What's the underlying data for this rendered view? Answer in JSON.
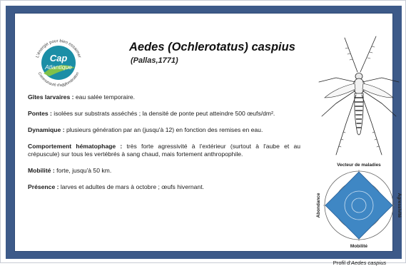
{
  "logo": {
    "arc_top": "L'énergie pour bien essaimer",
    "line1": "Cap",
    "line2": "Atlantique",
    "arc_bottom": "Communauté d'agglomération"
  },
  "header": {
    "title": "Aedes (Ochlerotatus) caspius",
    "author": "(Pallas,1771)"
  },
  "sections": [
    {
      "label": "Gîtes larvaires :",
      "text": "eau salée temporaire."
    },
    {
      "label": "Pontes :",
      "text": "isolées sur substrats asséchés ; la densité de ponte peut atteindre 500 œufs/dm²."
    },
    {
      "label": "Dynamique :",
      "text": "plusieurs génération par an (jusqu'à 12) en fonction des remises en eau."
    },
    {
      "label": "Comportement hématophage :",
      "text": "très forte agressivité à l'extérieur (surtout à l'aube et au crépuscule) sur tous les vertébrés à sang chaud, mais fortement anthropophile."
    },
    {
      "label": "Mobilité :",
      "text": "forte, jusqu'à 50 km."
    },
    {
      "label": "Présence :",
      "text": "larves et adultes de mars à octobre ; œufs hivernant."
    }
  ],
  "radar": {
    "top": "Vecteur de maladies",
    "right": "Agressivité",
    "bottom": "Mobilité",
    "left": "Abondance",
    "fill_color": "#3f87c4"
  },
  "caption": {
    "prefix": "Profil d'",
    "species": "Aedes caspius"
  },
  "colors": {
    "frame": "#3d5a89",
    "logo_teal": "#1b8ea6",
    "logo_green": "#8cc63f"
  }
}
